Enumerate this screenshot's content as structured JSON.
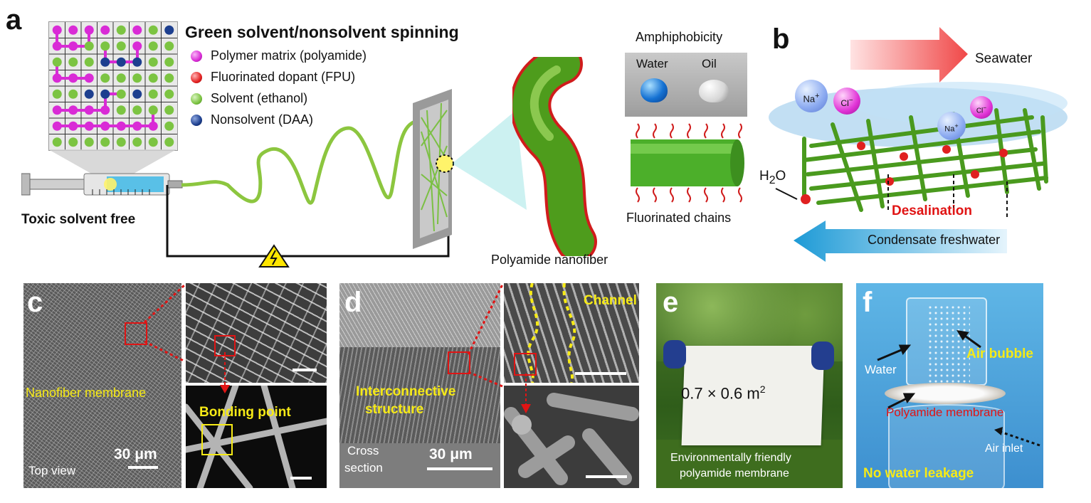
{
  "panel_a": {
    "label": "a",
    "title": "Green solvent/nonsolvent spinning",
    "legend": [
      {
        "label": "Polymer matrix (polyamide)",
        "color": "#d92bd6"
      },
      {
        "label": "Fluorinated dopant (FPU)",
        "color": "#e32222"
      },
      {
        "label": "Solvent (ethanol)",
        "color": "#7cc442"
      },
      {
        "label": "Nonsolvent (DAA)",
        "color": "#1d3f8f"
      }
    ],
    "toxic_free": "Toxic solvent free",
    "amphiphobicity": "Amphiphobicity",
    "water": "Water",
    "oil": "Oil",
    "fluorinated_chains": "Fluorinated chains",
    "nanofiber": "Polyamide nanofiber"
  },
  "panel_b": {
    "label": "b",
    "seawater": "Seawater",
    "h2o": "H",
    "h2o_sub": "2",
    "h2o_tail": "O",
    "desalination": "Desalination",
    "condensate": "Condensate freshwater",
    "na": "Na",
    "cl": "Cl",
    "plus": "+",
    "minus": "−"
  },
  "panel_c": {
    "label": "c",
    "nanofiber_membrane": "Nanofiber membrane",
    "bonding_point": "Bonding point",
    "scale": "30 μm",
    "top_view": "Top view"
  },
  "panel_d": {
    "label": "d",
    "channel": "Channel",
    "interconnective_1": "Interconnective",
    "interconnective_2": "structure",
    "cross_1": "Cross",
    "cross_2": "section",
    "scale": "30 μm"
  },
  "panel_e": {
    "label": "e",
    "size_main": "0.7 × 0.6 m",
    "size_sup": "2",
    "caption_1": "Environmentally friendly",
    "caption_2": "polyamide membrane"
  },
  "panel_f": {
    "label": "f",
    "air_bubble": "Air bubble",
    "water": "Water",
    "polyamide_membrane": "Polyamide membrane",
    "air_inlet": "Air inlet",
    "no_leak": "No water leakage"
  }
}
